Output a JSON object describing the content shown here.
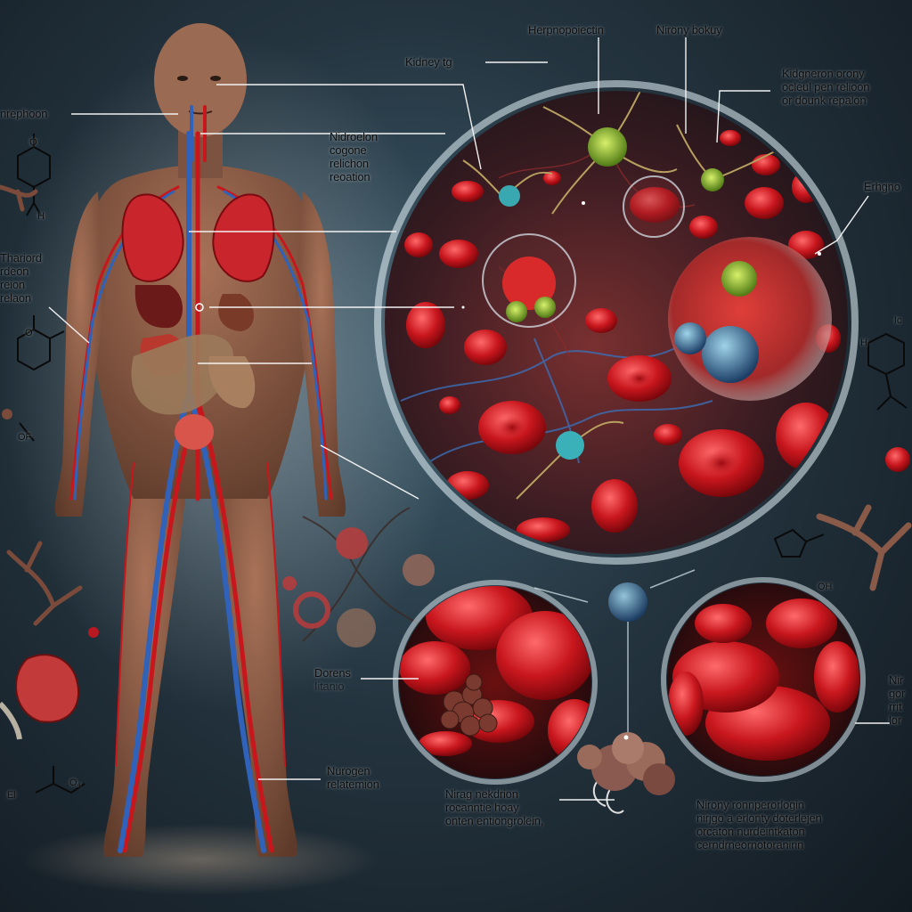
{
  "labels": {
    "kidney_top": "Kidney  tg",
    "herpho": "Herpnopoiectin",
    "nirony_top": "Nirony bokuy",
    "kidgeneron": [
      "Kidgneron orony",
      "ocleul pen relioon",
      "or dounk repalon"
    ],
    "nephron_left": "nrephoon",
    "nidroelon": [
      "Nidroelon",
      "cogone",
      "relichon",
      "reoation"
    ],
    "erhgno": "Erhgno",
    "tharlerd": [
      "Thariord",
      "rdeon",
      "reion",
      "relaon"
    ],
    "dorens": [
      "Dorens",
      "Iitanio"
    ],
    "nurogen": [
      "Nurogen",
      "relatemion"
    ],
    "nirag": [
      "Nirag nekdrion",
      "rocanntie hoay",
      "onten entiongrolein,"
    ],
    "bottom_right": [
      "Nirony ronnperorlogin",
      "nirjgo a erlonty doterlejen",
      "orcaton nurdeintkaton",
      "cerndrneornotoranirin"
    ],
    "right_edge": [
      "Nir",
      "gor",
      "rrit",
      "lor"
    ],
    "chem_right_top": "Ic",
    "chem_right_h": "H",
    "chem_right_bottom": "OH",
    "chem_left_o": "O",
    "chem_left_h": "H",
    "chem_left_of": "OF",
    "chem_left_o2": "O",
    "chem_left_el": "El",
    "chem_left_o3": "O₄"
  },
  "colors": {
    "blood_red": "#c8161d",
    "vein_blue": "#2f62b8",
    "skin": "#8a5d44",
    "circle_glow": "#d9eef7"
  }
}
